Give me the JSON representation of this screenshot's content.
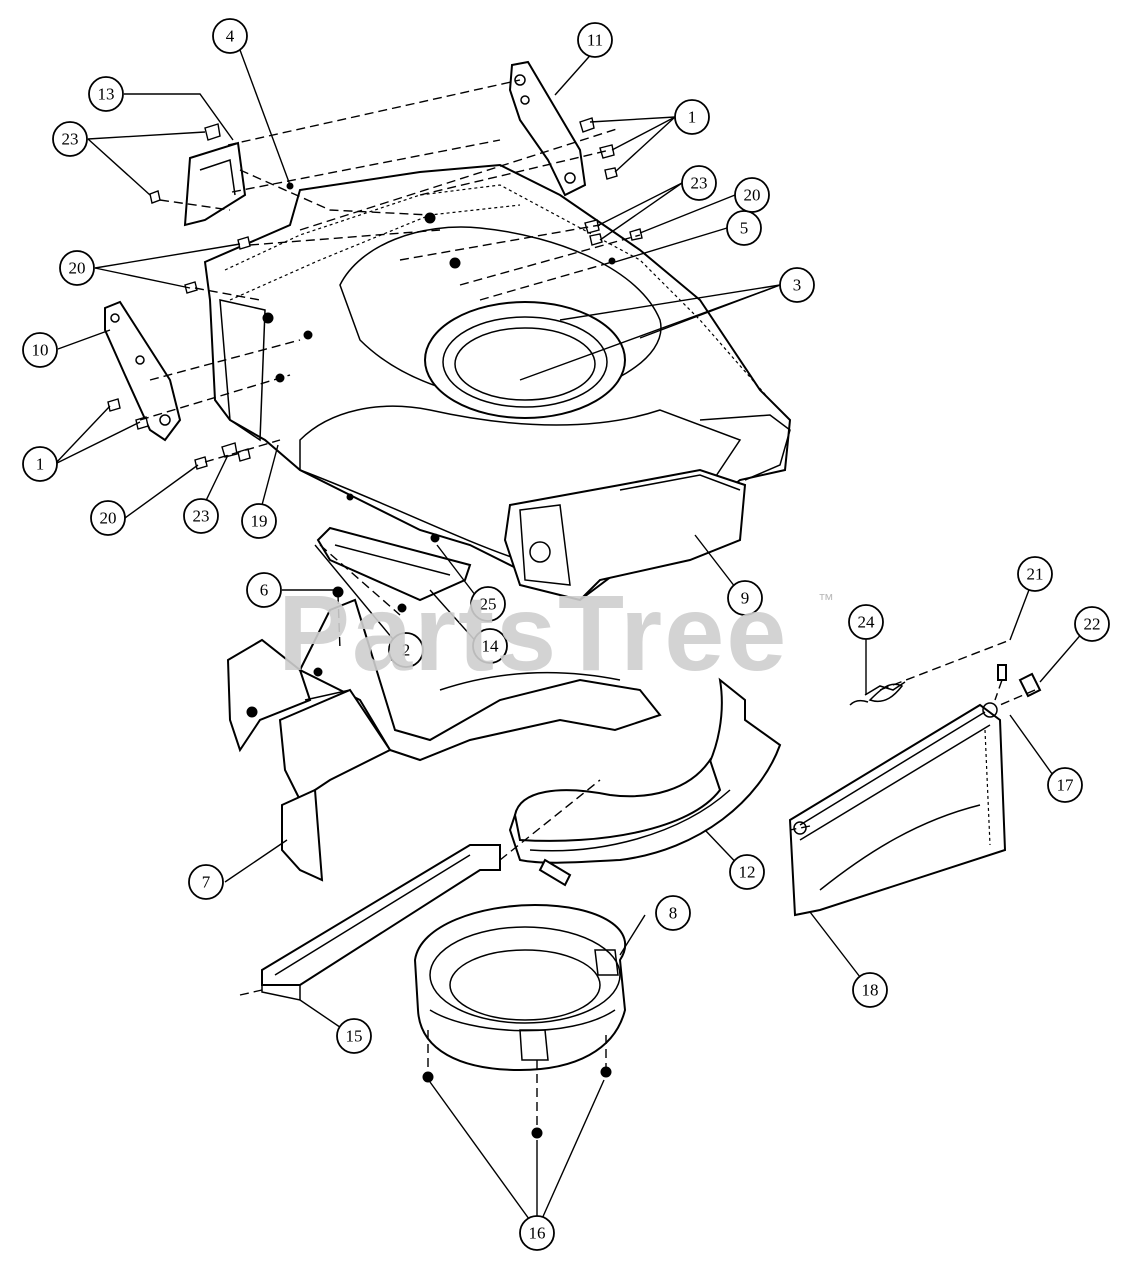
{
  "watermark": {
    "text": "PartsTree",
    "trademark": "™"
  },
  "callouts": [
    {
      "id": "c1a",
      "label": "1"
    },
    {
      "id": "c1b",
      "label": "1"
    },
    {
      "id": "c2",
      "label": "2"
    },
    {
      "id": "c3",
      "label": "3"
    },
    {
      "id": "c4",
      "label": "4"
    },
    {
      "id": "c5",
      "label": "5"
    },
    {
      "id": "c6",
      "label": "6"
    },
    {
      "id": "c7",
      "label": "7"
    },
    {
      "id": "c8",
      "label": "8"
    },
    {
      "id": "c9",
      "label": "9"
    },
    {
      "id": "c10",
      "label": "10"
    },
    {
      "id": "c11",
      "label": "11"
    },
    {
      "id": "c12",
      "label": "12"
    },
    {
      "id": "c13",
      "label": "13"
    },
    {
      "id": "c14",
      "label": "14"
    },
    {
      "id": "c15",
      "label": "15"
    },
    {
      "id": "c16",
      "label": "16"
    },
    {
      "id": "c17",
      "label": "17"
    },
    {
      "id": "c18",
      "label": "18"
    },
    {
      "id": "c19",
      "label": "19"
    },
    {
      "id": "c20a",
      "label": "20"
    },
    {
      "id": "c20b",
      "label": "20"
    },
    {
      "id": "c20c",
      "label": "20"
    },
    {
      "id": "c21",
      "label": "21"
    },
    {
      "id": "c22",
      "label": "22"
    },
    {
      "id": "c23a",
      "label": "23"
    },
    {
      "id": "c23b",
      "label": "23"
    },
    {
      "id": "c23c",
      "label": "23"
    },
    {
      "id": "c24",
      "label": "24"
    },
    {
      "id": "c25",
      "label": "25"
    }
  ]
}
